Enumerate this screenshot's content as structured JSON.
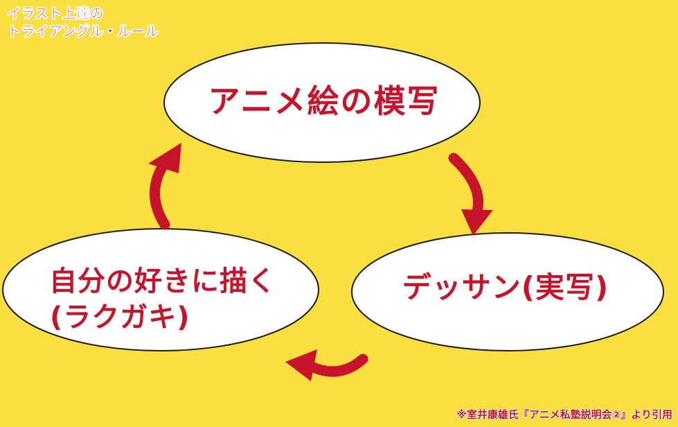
{
  "title": {
    "line1": "イラスト上達の",
    "line2": "トライアングル・ルール"
  },
  "nodes": {
    "top": "アニメ絵の模写",
    "right": "デッサン(実写)",
    "left_line1": "自分の好きに描く",
    "left_line2": "(ラクガキ)"
  },
  "credit": "※室井康雄氏『アニメ私塾説明会②』より引用",
  "colors": {
    "background": "#fbde3f",
    "accent": "#c8142a",
    "ellipse_fill": "#ffffff",
    "ellipse_stroke": "#1a1a1a"
  }
}
